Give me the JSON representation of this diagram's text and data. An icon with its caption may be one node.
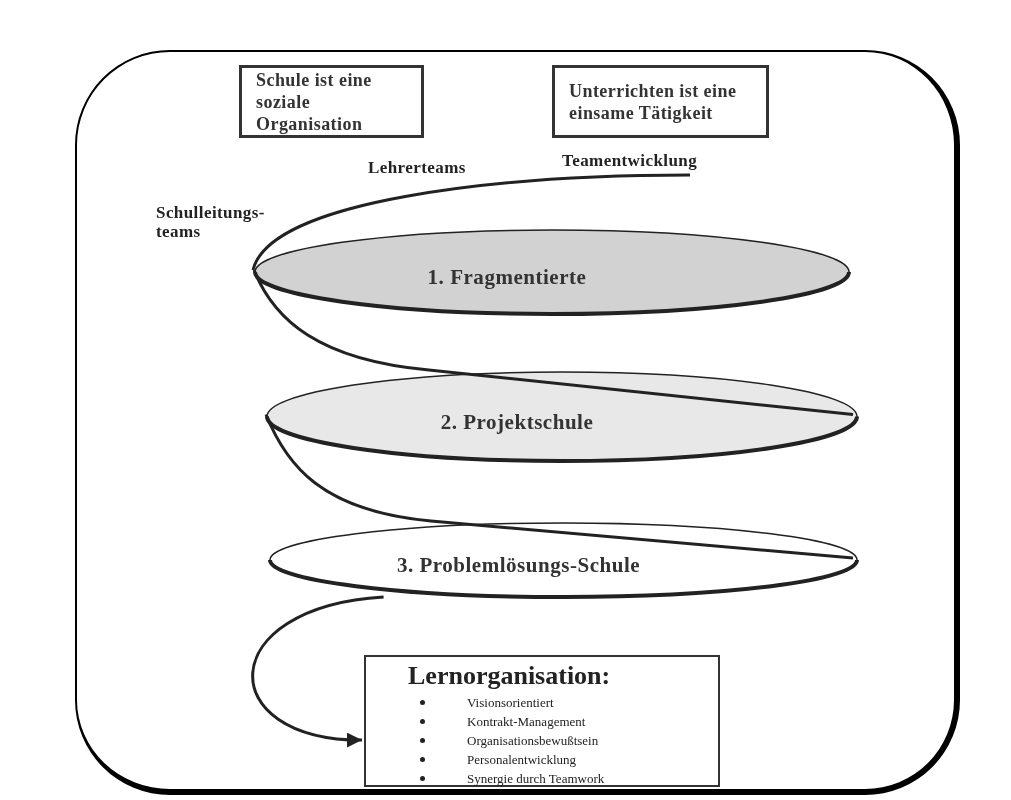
{
  "diagram": {
    "nodes": [
      {
        "text": [],
        "shape": "box"
      },
      {
        "text": [
          "Schule ist eine soziale Organisation"
        ],
        "in": 0
      },
      {
        "text": [
          "Unterrichten ist eine einsame Tätigkeit"
        ],
        "in": 0
      },
      {
        "text": [
          "1. Fragmentierte"
        ],
        "in": 0
      },
      {
        "text": [
          "2. Projektschule"
        ],
        "in": 0
      },
      {
        "text": [
          "3. Problemlösungs-Schule"
        ],
        "in": 0
      },
      {
        "text": [
          "Lernorganisation:",
          "Visionsorientiert",
          "Kontrakt-Management",
          "Organisationsbewußtsein",
          "Personalentwicklung",
          "Synergie durch Teamwork"
        ],
        "in": 0
      },
      {
        "text": [
          "Teamentwicklung"
        ],
        "in": 0
      }
    ],
    "edges": [
      {
        "from": 7,
        "to": 3,
        "arrow": "none"
      },
      {
        "from": 3,
        "to": 4,
        "arrow": "none"
      },
      {
        "from": 4,
        "to": 5,
        "arrow": "none"
      },
      {
        "from": 5,
        "to": 6,
        "arrow": "to"
      }
    ],
    "labels": [
      "Lehrerteams",
      "Schulleitungs- teams"
    ]
  }
}
